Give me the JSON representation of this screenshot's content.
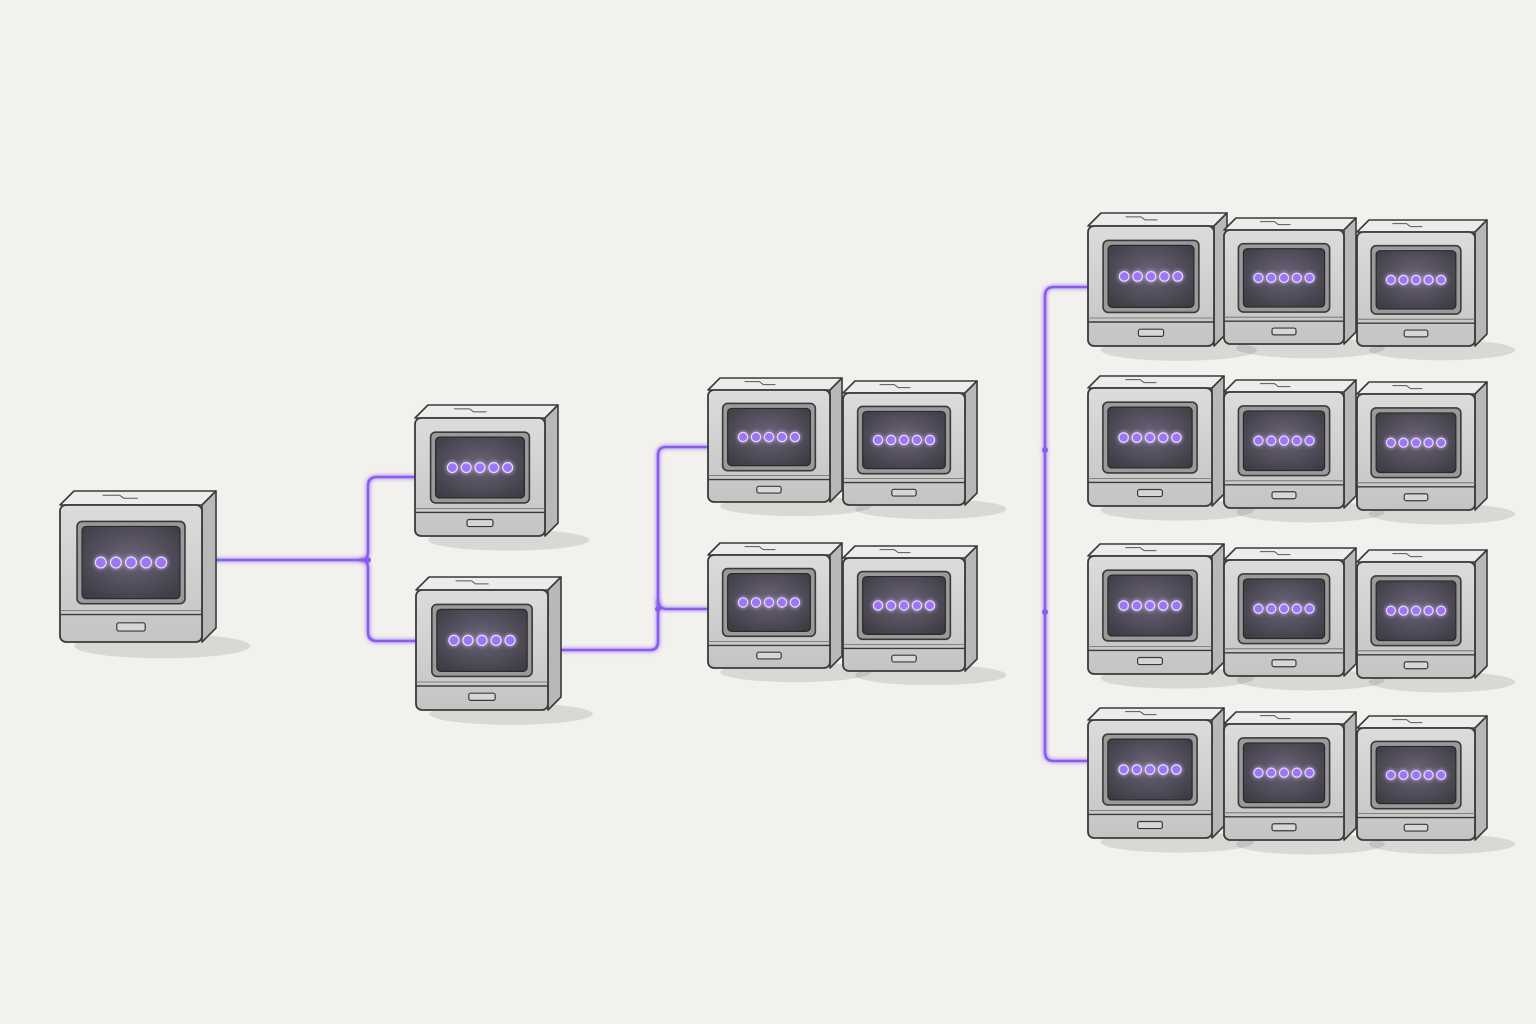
{
  "diagram": {
    "background_color": "#f2f1ed",
    "connector_color": "#8a5cf0",
    "led_color": "#9d74f5",
    "stages": [
      {
        "id": "stage-1",
        "node_count": 1
      },
      {
        "id": "stage-2",
        "node_count": 2
      },
      {
        "id": "stage-3",
        "node_count": 4
      },
      {
        "id": "stage-4",
        "node_count": 12
      }
    ],
    "node_icon": "computer-terminal-icon",
    "leds_per_node": 5
  }
}
